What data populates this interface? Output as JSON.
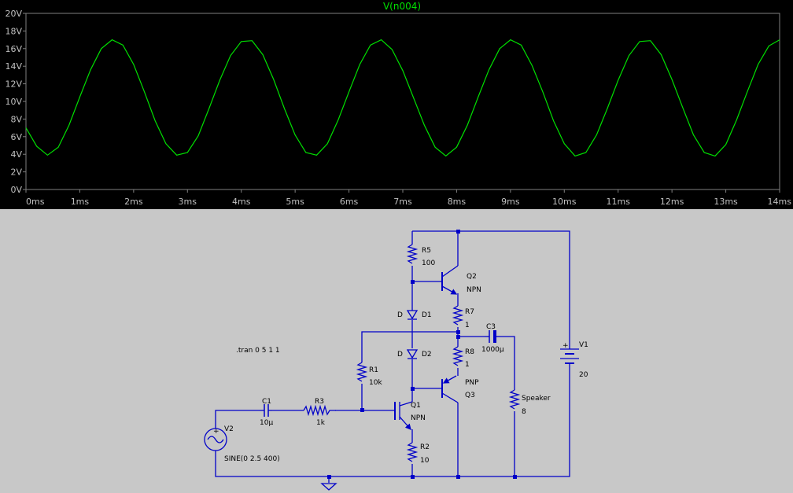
{
  "chart_data": {
    "type": "line",
    "title": "V(n004)",
    "series": [
      {
        "name": "V(n004)",
        "color": "#00e000",
        "x": [
          0.0,
          0.2,
          0.4,
          0.6,
          0.8,
          1.0,
          1.2,
          1.4,
          1.6,
          1.8,
          2.0,
          2.2,
          2.4,
          2.6,
          2.8,
          3.0,
          3.2,
          3.4,
          3.6,
          3.8,
          4.0,
          4.2,
          4.4,
          4.6,
          4.8,
          5.0,
          5.2,
          5.4,
          5.6,
          5.8,
          6.0,
          6.2,
          6.4,
          6.6,
          6.8,
          7.0,
          7.2,
          7.4,
          7.6,
          7.8,
          8.0,
          8.2,
          8.4,
          8.6,
          8.8,
          9.0,
          9.2,
          9.4,
          9.6,
          9.8,
          10.0,
          10.2,
          10.4,
          10.6,
          10.8,
          11.0,
          11.2,
          11.4,
          11.6,
          11.8,
          12.0,
          12.2,
          12.4,
          12.6,
          12.8,
          13.0,
          13.2,
          13.4,
          13.6,
          13.8,
          14.0
        ],
        "y": [
          7.0,
          4.9,
          3.9,
          4.8,
          7.3,
          10.5,
          13.6,
          16.0,
          17.0,
          16.4,
          14.2,
          11.1,
          7.8,
          5.2,
          3.9,
          4.2,
          6.1,
          9.2,
          12.4,
          15.2,
          16.8,
          16.9,
          15.3,
          12.5,
          9.2,
          6.2,
          4.2,
          3.9,
          5.2,
          7.9,
          11.1,
          14.2,
          16.4,
          17.0,
          15.9,
          13.5,
          10.4,
          7.3,
          4.8,
          3.8,
          4.8,
          7.3,
          10.5,
          13.6,
          16.0,
          17.0,
          16.4,
          14.1,
          11.1,
          7.8,
          5.2,
          3.8,
          4.2,
          6.2,
          9.2,
          12.4,
          15.2,
          16.8,
          16.9,
          15.3,
          12.5,
          9.3,
          6.2,
          4.2,
          3.8,
          5.1,
          7.9,
          11.1,
          14.2,
          16.3,
          17.0
        ]
      }
    ],
    "xlim": [
      0,
      14
    ],
    "ylim": [
      0,
      20
    ],
    "xticks": [
      "0ms",
      "1ms",
      "2ms",
      "3ms",
      "4ms",
      "5ms",
      "6ms",
      "7ms",
      "8ms",
      "9ms",
      "10ms",
      "11ms",
      "12ms",
      "13ms",
      "14ms"
    ],
    "yticks": [
      "0V",
      "2V",
      "4V",
      "6V",
      "8V",
      "10V",
      "12V",
      "14V",
      "16V",
      "18V",
      "20V"
    ],
    "xlabel": "",
    "ylabel": "",
    "grid": false,
    "background": "#000000",
    "axis_color": "#808080",
    "tick_label_color": "#c0c0c0"
  },
  "schematic": {
    "wire_color": "#0000c8",
    "directive": ".tran 0 5 1 1",
    "components": {
      "R5": {
        "name": "R5",
        "value": "100"
      },
      "Q2": {
        "name": "Q2",
        "model": "NPN"
      },
      "D1": {
        "name": "D1",
        "model": "D"
      },
      "R7": {
        "name": "R7",
        "value": "1"
      },
      "C3": {
        "name": "C3",
        "value": "1000µ"
      },
      "D2": {
        "name": "D2",
        "model": "D"
      },
      "R8": {
        "name": "R8",
        "value": "1"
      },
      "R1": {
        "name": "R1",
        "value": "10k"
      },
      "Q3": {
        "name": "Q3",
        "model": "PNP"
      },
      "Speaker": {
        "name": "Speaker",
        "value": "8"
      },
      "V1": {
        "name": "V1",
        "value": "20",
        "plus": "+"
      },
      "C1": {
        "name": "C1",
        "value": "10µ"
      },
      "R3": {
        "name": "R3",
        "value": "1k"
      },
      "Q1": {
        "name": "Q1",
        "model": "NPN"
      },
      "R2": {
        "name": "R2",
        "value": "10"
      },
      "V2": {
        "name": "V2",
        "value": "SINE(0 2.5 400)"
      }
    }
  }
}
